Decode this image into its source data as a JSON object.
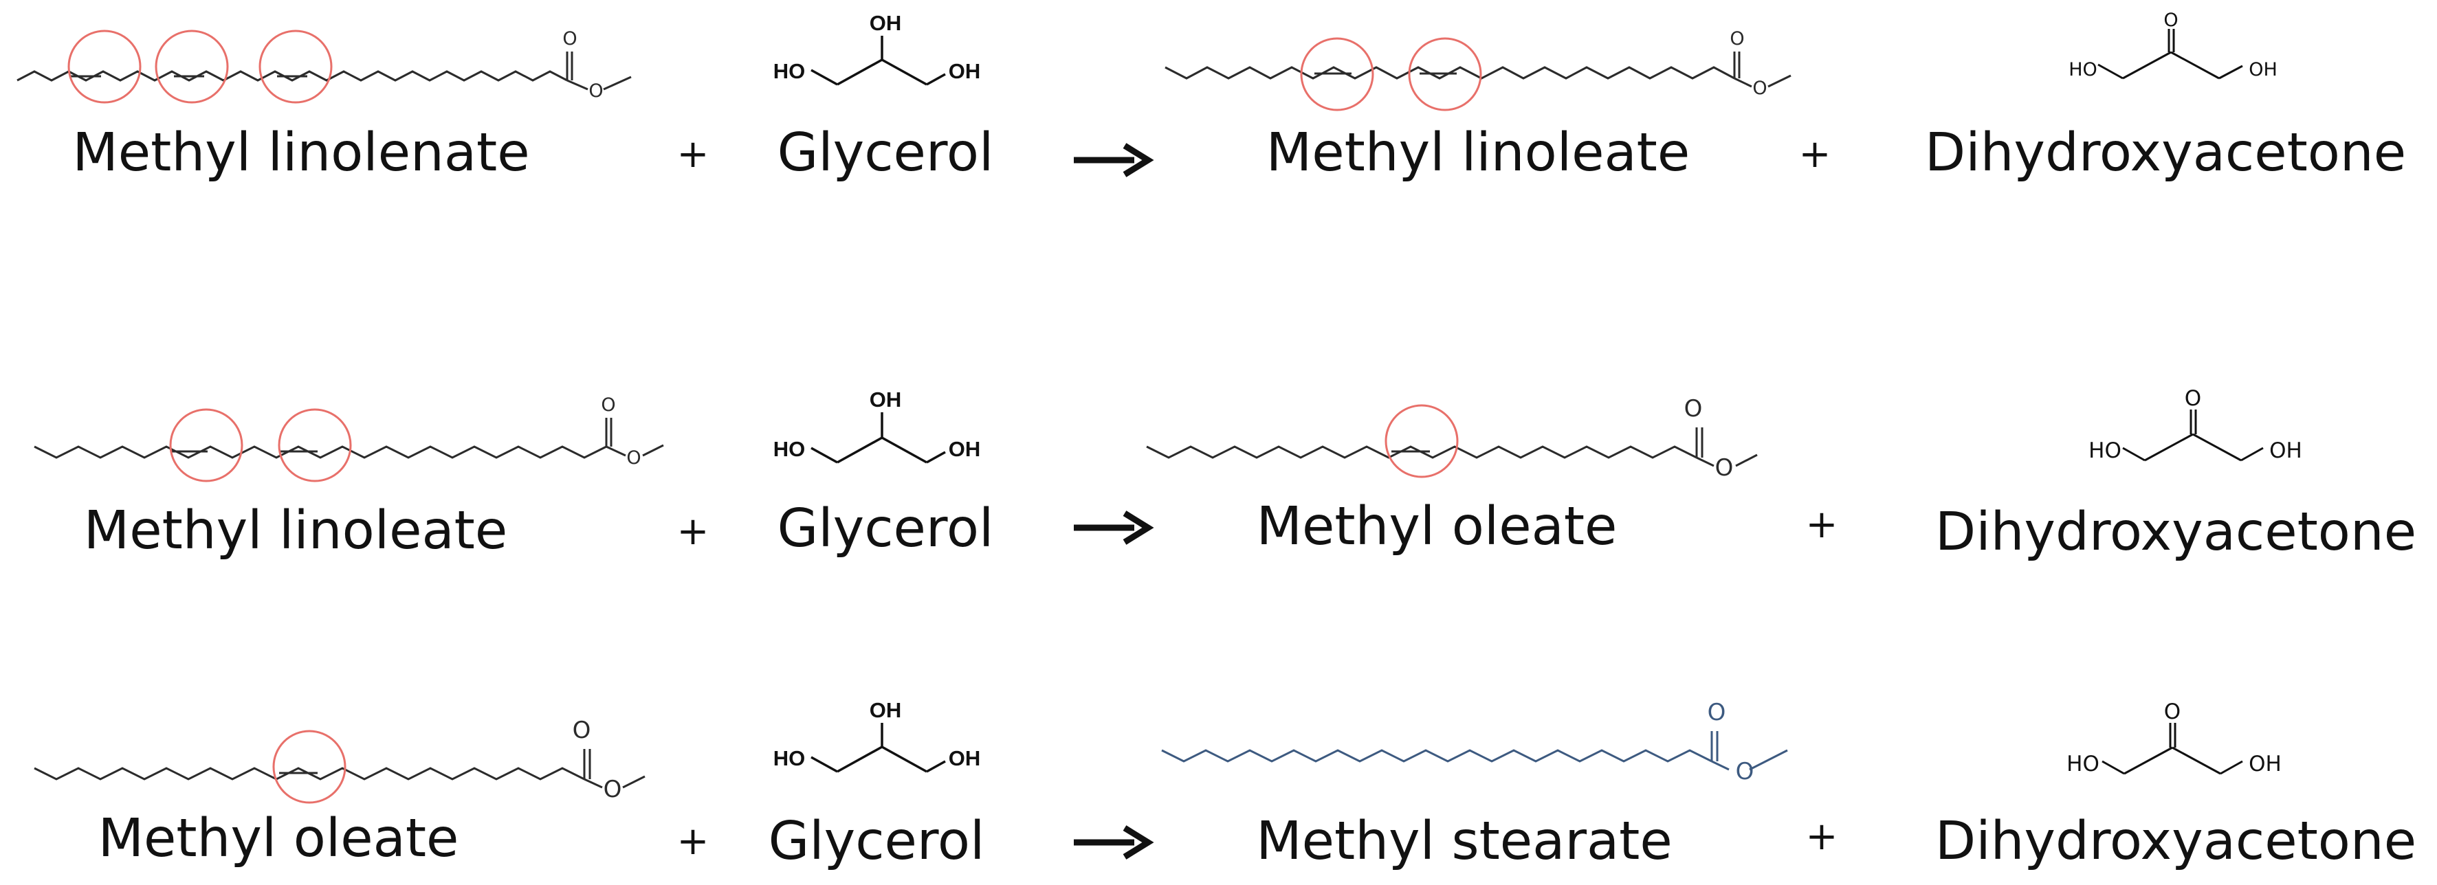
{
  "colors": {
    "bond": "#2b2b2b",
    "highlight": "#e8706a",
    "stearate": "#3d5a80",
    "text": "#111111"
  },
  "atoms": {
    "O": "O",
    "OH": "OH",
    "HO": "HO"
  },
  "plus": "+",
  "reactions": [
    {
      "reactant": "Methyl linolenate",
      "reagent": "Glycerol",
      "product": "Methyl linoleate",
      "byproduct": "Dihydroxyacetone"
    },
    {
      "reactant": "Methyl linoleate",
      "reagent": "Glycerol",
      "product": "Methyl oleate",
      "byproduct": "Dihydroxyacetone"
    },
    {
      "reactant": "Methyl oleate",
      "reagent": "Glycerol",
      "product": "Methyl stearate",
      "byproduct": "Dihydroxyacetone"
    }
  ]
}
